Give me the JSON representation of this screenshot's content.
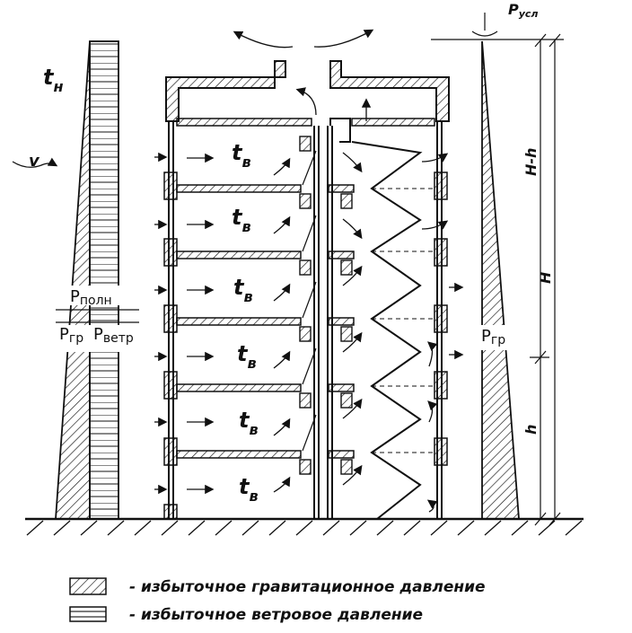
{
  "labels": {
    "outdoor_temp_main": "t",
    "outdoor_temp_sub": "н",
    "wind_speed": "v",
    "indoor_temp_main": "t",
    "indoor_temp_sub": "в",
    "p_usl_main": "P",
    "p_usl_sub": "усл",
    "p_poln_main": "P",
    "p_poln_sub": "полн",
    "p_gr_main": "P",
    "p_gr_sub": "гр",
    "p_vetr_main": "P",
    "p_vetr_sub": "ветр",
    "p_gr_right_main": "P",
    "p_gr_right_sub": "гр",
    "dim_H_minus_h": "H-h",
    "dim_H": "H",
    "dim_h": "h"
  },
  "legend": {
    "gravity_text": "- избыточное гравитационное давление",
    "wind_text": "- избыточное ветровое давление"
  }
}
